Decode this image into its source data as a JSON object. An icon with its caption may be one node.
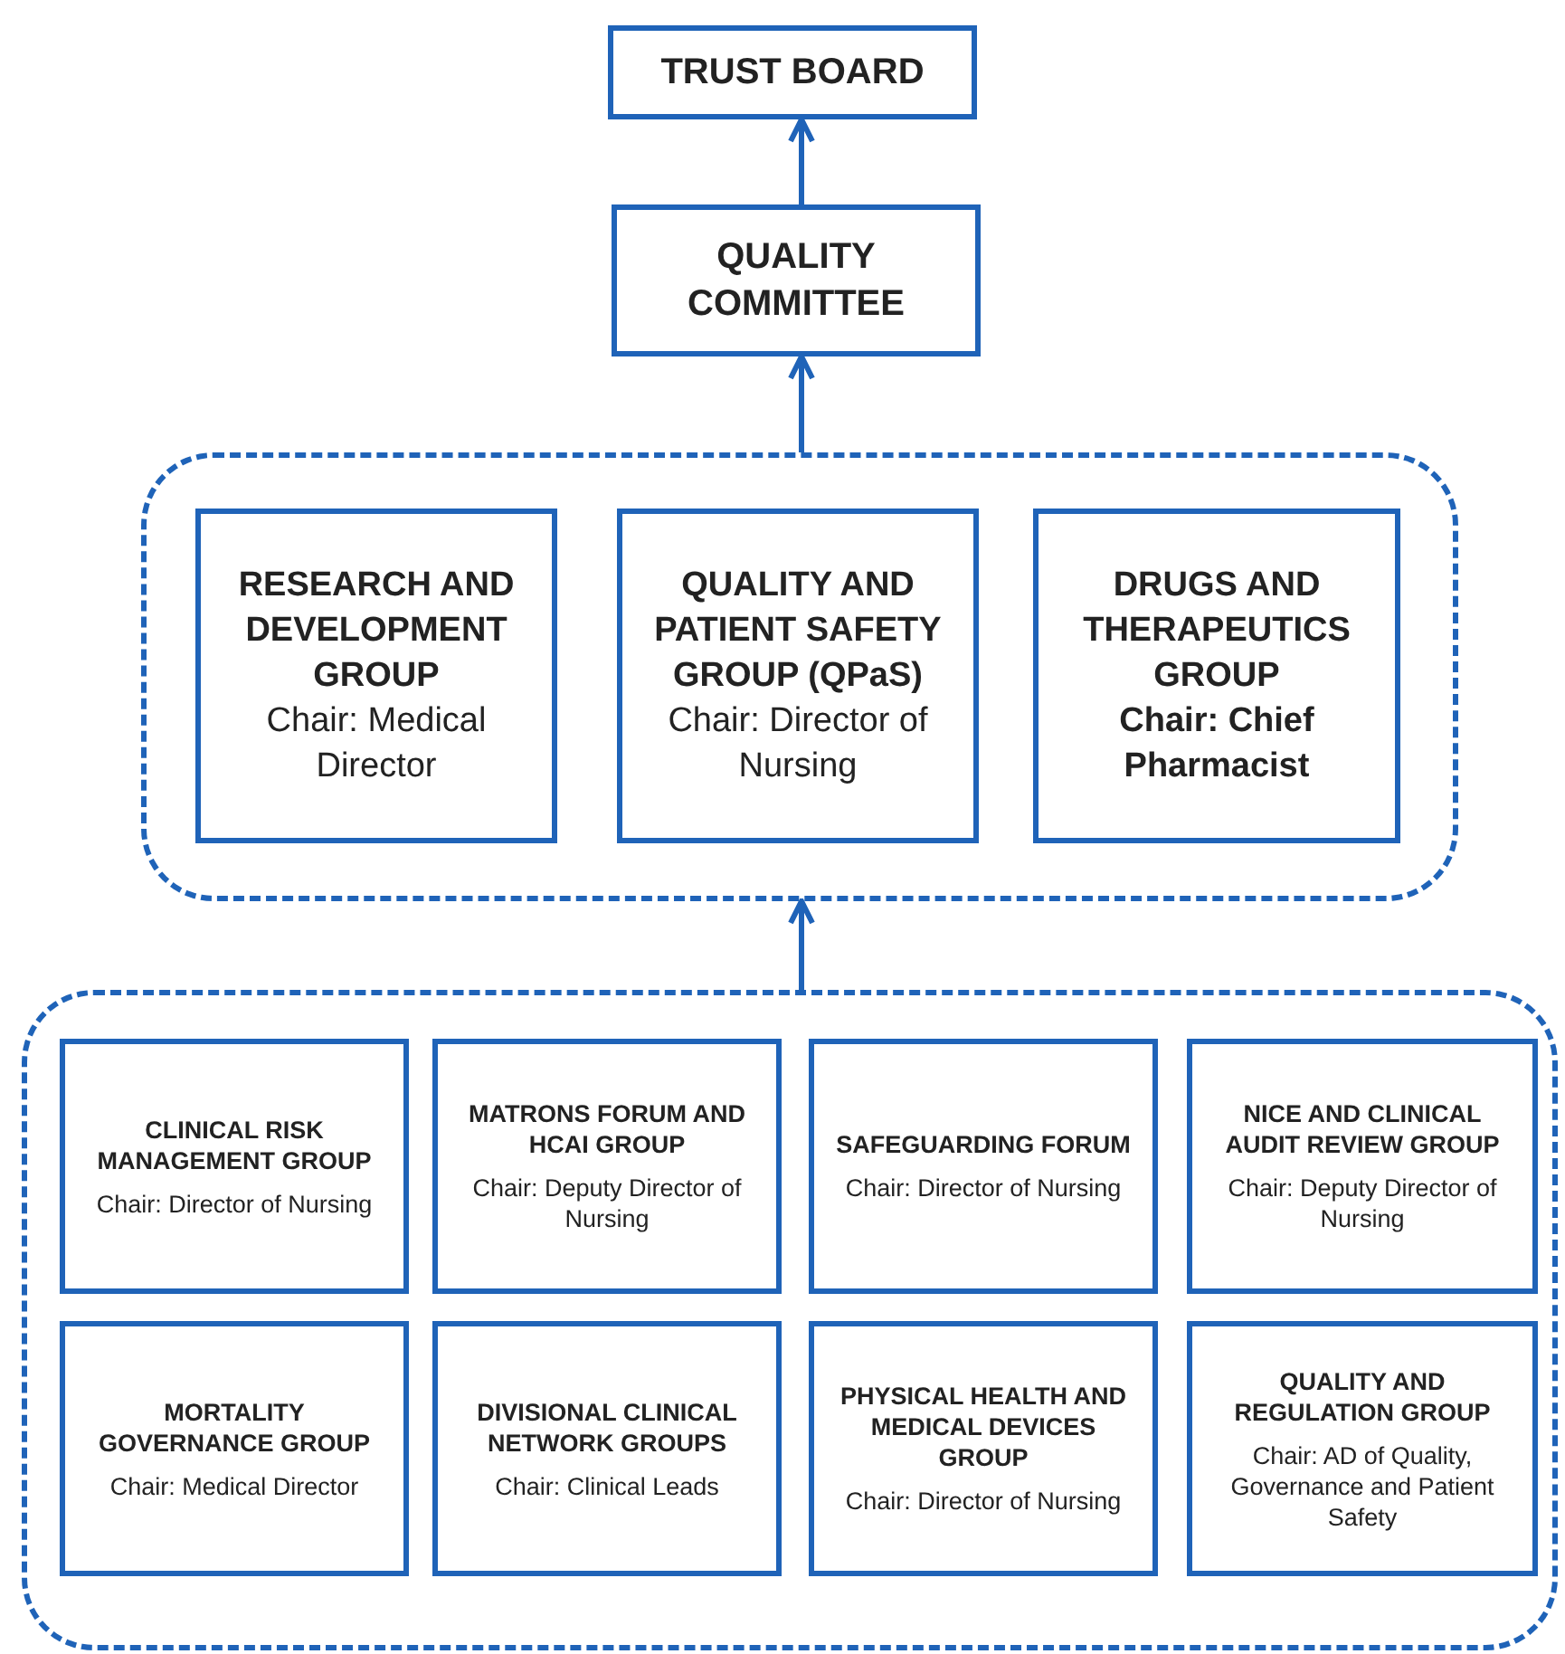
{
  "diagram": {
    "nodes": [
      {
        "text": [
          "TRUST BOARD"
        ]
      },
      {
        "text": [
          "QUALITY COMMITTEE"
        ]
      },
      {
        "text": [],
        "shape": "box"
      },
      {
        "text": [
          "RESEARCH AND DEVELOPMENT GROUP",
          "Chair:  Medical Director"
        ],
        "in": 2
      },
      {
        "text": [
          "QUALITY AND PATIENT SAFETY GROUP (QPaS)",
          "Chair:  Director of Nursing"
        ],
        "in": 2
      },
      {
        "text": [
          "DRUGS AND THERAPEUTICS GROUP",
          "**Chair:  Chief Pharmacist**"
        ],
        "in": 2
      },
      {
        "text": [],
        "shape": "box"
      },
      {
        "text": [
          "CLINICAL RISK MANAGEMENT GROUP",
          "Chair:  Director of Nursing"
        ],
        "in": 6
      },
      {
        "text": [
          "MATRONS FORUM AND HCAI GROUP",
          "Chair:  Deputy Director of Nursing"
        ],
        "in": 6
      },
      {
        "text": [
          "SAFEGUARDING FORUM",
          "Chair:  Director of Nursing"
        ],
        "in": 6
      },
      {
        "text": [
          "NICE AND CLINICAL AUDIT REVIEW GROUP",
          "Chair:  Deputy Director of Nursing"
        ],
        "in": 6
      },
      {
        "text": [
          "MORTALITY GOVERNANCE GROUP",
          "Chair:  Medical Director"
        ],
        "in": 6
      },
      {
        "text": [
          "DIVISIONAL CLINICAL NETWORK GROUPS",
          "Chair: Clinical Leads"
        ],
        "in": 6
      },
      {
        "text": [
          "PHYSICAL HEALTH AND MEDICAL DEVICES GROUP",
          "Chair:  Director of Nursing"
        ],
        "in": 6
      },
      {
        "text": [
          "QUALITY AND REGULATION GROUP",
          "Chair:  AD of Quality, Governance and Patient Safety"
        ],
        "in": 6
      }
    ],
    "edges": [
      {
        "from": 1,
        "to": 0,
        "arrow": "to"
      },
      {
        "from": 2,
        "to": 1,
        "arrow": "to"
      },
      {
        "from": 6,
        "to": 2,
        "arrow": "to"
      }
    ]
  }
}
